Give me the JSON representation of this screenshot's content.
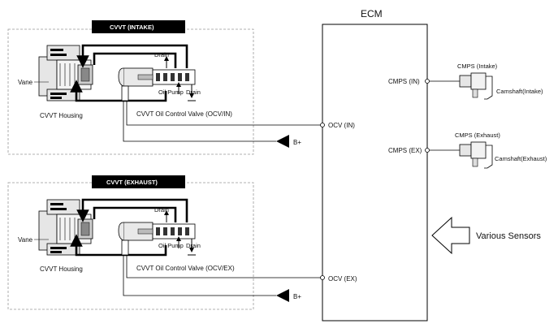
{
  "ecm": {
    "title": "ECM"
  },
  "intake": {
    "header": "CVVT (INTAKE)",
    "vane": "Vane",
    "housing": "CVVT Housing",
    "drain_top": "Drain",
    "oil_pump": "Oil Pump",
    "drain_bottom": "Drain",
    "valve": "CVVT Oil Control Valve (OCV/IN)",
    "bplus": "B+"
  },
  "exhaust": {
    "header": "CVVT (EXHAUST)",
    "vane": "Vane",
    "housing": "CVVT Housing",
    "drain_top": "Drain",
    "oil_pump": "Oil Pump",
    "drain_bottom": "Drain",
    "valve": "CVVT Oil Control Valve (OCV/EX)",
    "bplus": "B+"
  },
  "ecm_pins": {
    "ocv_in": "OCV (IN)",
    "ocv_ex": "OCV (EX)",
    "cmps_in": "CMPS (IN)",
    "cmps_ex": "CMPS (EX)"
  },
  "sensors": {
    "cmps_intake": "CMPS (Intake)",
    "cam_intake": "Camshaft(Intake)",
    "cmps_exhaust": "CMPS (Exhaust)",
    "cam_exhaust": "Camshaft(Exhaust)"
  },
  "various_sensors": "Various Sensors"
}
